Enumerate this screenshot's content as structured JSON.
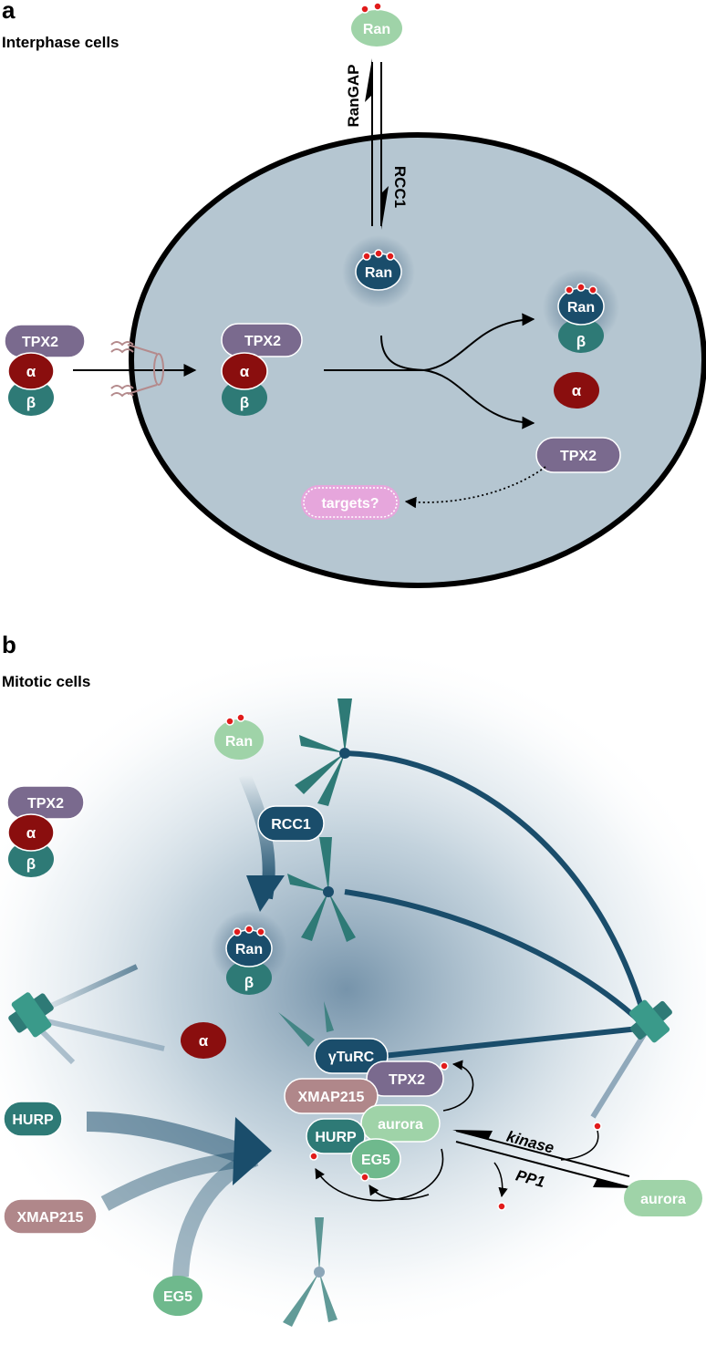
{
  "panel_a": {
    "letter": "a",
    "title": "Interphase cells",
    "ran": "Ran",
    "rangap": "RanGAP",
    "rcc1": "RCC1",
    "tpx2": "TPX2",
    "alpha": "α",
    "beta": "β",
    "targets": "targets?"
  },
  "panel_b": {
    "letter": "b",
    "title": "Mitotic cells",
    "ran": "Ran",
    "rcc1": "RCC1",
    "tpx2": "TPX2",
    "alpha": "α",
    "beta": "β",
    "gturc": "γTuRC",
    "xmap215": "XMAP215",
    "aurora": "aurora",
    "hurp": "HURP",
    "eg5": "EG5",
    "kinase": "kinase",
    "pp1": "PP1"
  },
  "colors": {
    "ran_gtp": "#1a4d6b",
    "ran_gdp": "#9fd3a8",
    "tpx2": "#7a6a8e",
    "alpha": "#8a0e0e",
    "beta": "#2e7a76",
    "targets": "#e6a6dc",
    "cell": "#b5c6d1",
    "xmap215": "#b0878a",
    "aurora": "#9fd3a8",
    "eg5": "#6fb98d",
    "phosphate": "#e11b1b"
  }
}
